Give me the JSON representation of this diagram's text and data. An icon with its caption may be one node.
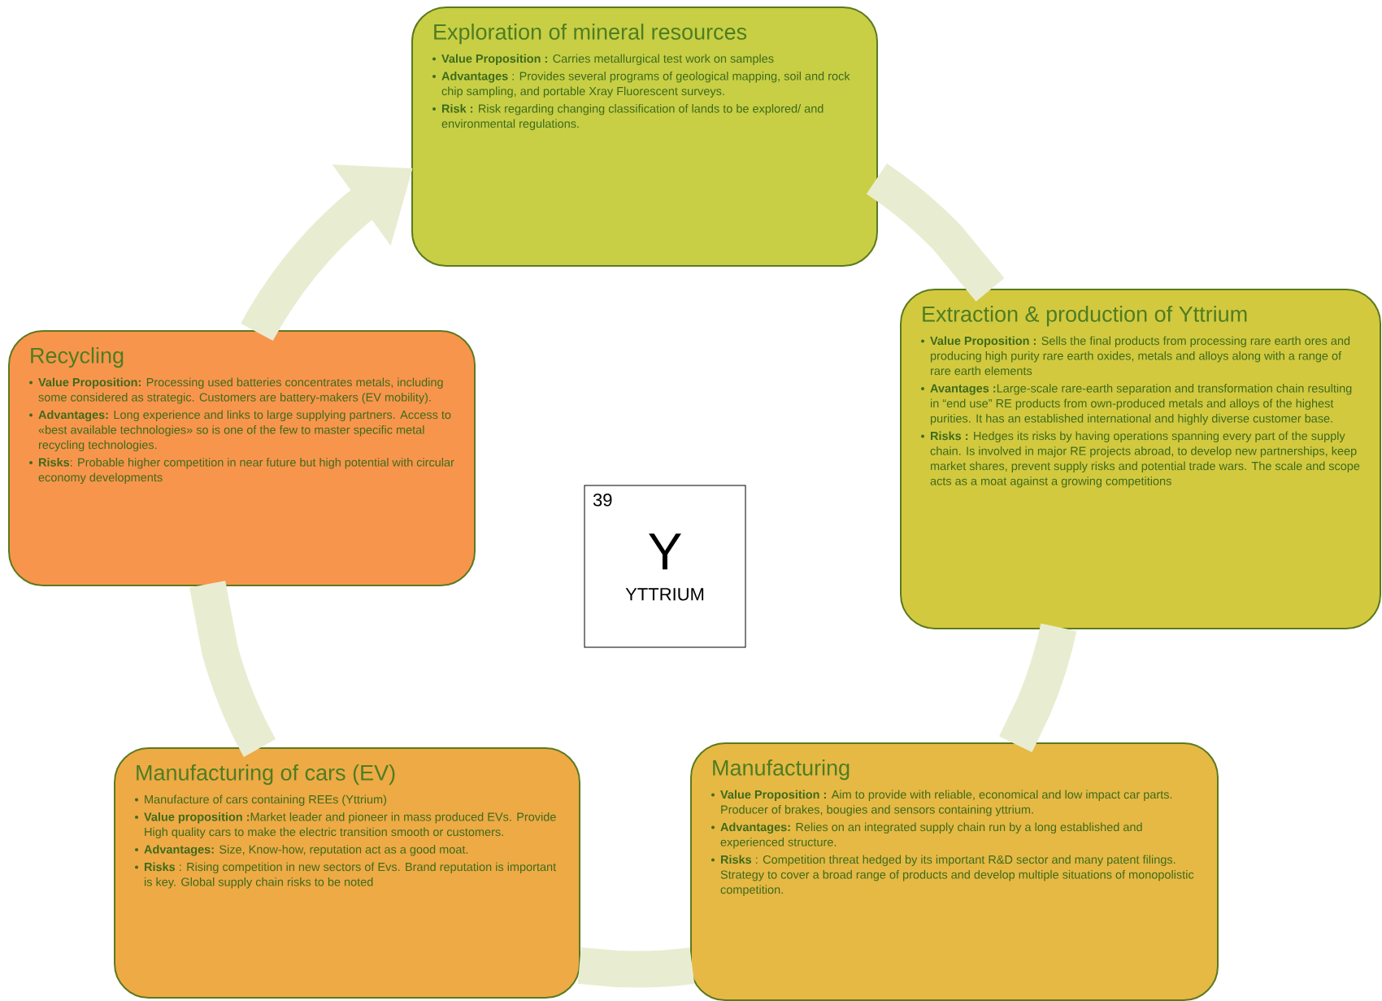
{
  "diagram": {
    "nodes": [
      {
        "text": [
          "Exploration of mineral resources",
          "**Value Proposition :** Carries metallurgical test work on samples",
          "**Advantages** : Provides several programs of geological mapping, soil and rock chip sampling, and portable Xray Fluorescent surveys.",
          "**Risk :** Risk regarding changing classification of lands to be explored/ and environmental regulations."
        ]
      },
      {
        "text": [
          "Extraction & production of Yttrium",
          "**Value Proposition :** Sells the final products from processing rare earth ores and producing high purity rare earth oxides, metals and alloys along with a range of rare earth elements",
          "**Avantages :**Large-scale rare-earth separation and transformation chain resulting in “end use” RE products from own-produced metals and alloys of the highest purities. It has an established international and highly diverse customer base.",
          "**Risks :** Hedges its risks by having operations spanning every part of the supply chain. Is involved in major RE projects abroad, to develop new partnerships, keep market shares, prevent supply risks and potential trade wars. The scale and scope acts as a moat against a growing competitions"
        ]
      },
      {
        "text": [
          "Manufacturing",
          "**Value Proposition :** Aim to provide with reliable, economical and low impact car parts. Producer of brakes, bougies and sensors containing yttrium.",
          "**Advantages:** Relies on an integrated supply chain run by a long established and experienced structure.",
          "**Risks** : Competition threat hedged by its important R&D sector and many patent filings. Strategy to cover a broad range of products and develop multiple situations of monopolistic competition."
        ]
      },
      {
        "text": [
          "Manufacturing of cars (EV)",
          "Manufacture of cars containing REEs (Yttrium)",
          "**Value proposition :**Market leader and pioneer in mass produced EVs. Provide High quality cars to make the electric transition smooth or customers.",
          "**Advantages:** Size, Know-how, reputation act as a good moat.",
          "**Risks** : Rising competition in new sectors of Evs. Brand reputation is important is key. Global supply chain risks to be noted"
        ]
      },
      {
        "text": [
          "Recycling",
          "**Value Proposition:** Processing used batteries concentrates metals, including some considered as strategic. Customers are battery-makers (EV mobility).",
          "**Advantages:** Long experience and links to large supplying partners. Access to «best available technologies» so is one of the few to master specific metal recycling technologies.",
          "**Risks**: Probable higher competition in near future but high potential with circular economy developments"
        ]
      },
      {
        "text": [
          "39",
          "Y",
          "YTTRIUM"
        ]
      }
    ],
    "edges": [
      {
        "from": 0,
        "to": 1,
        "arrow": "none"
      },
      {
        "from": 1,
        "to": 2,
        "arrow": "none"
      },
      {
        "from": 2,
        "to": 3,
        "arrow": "none"
      },
      {
        "from": 3,
        "to": 4,
        "arrow": "none"
      },
      {
        "from": 4,
        "to": 0,
        "arrow": "to"
      }
    ]
  }
}
